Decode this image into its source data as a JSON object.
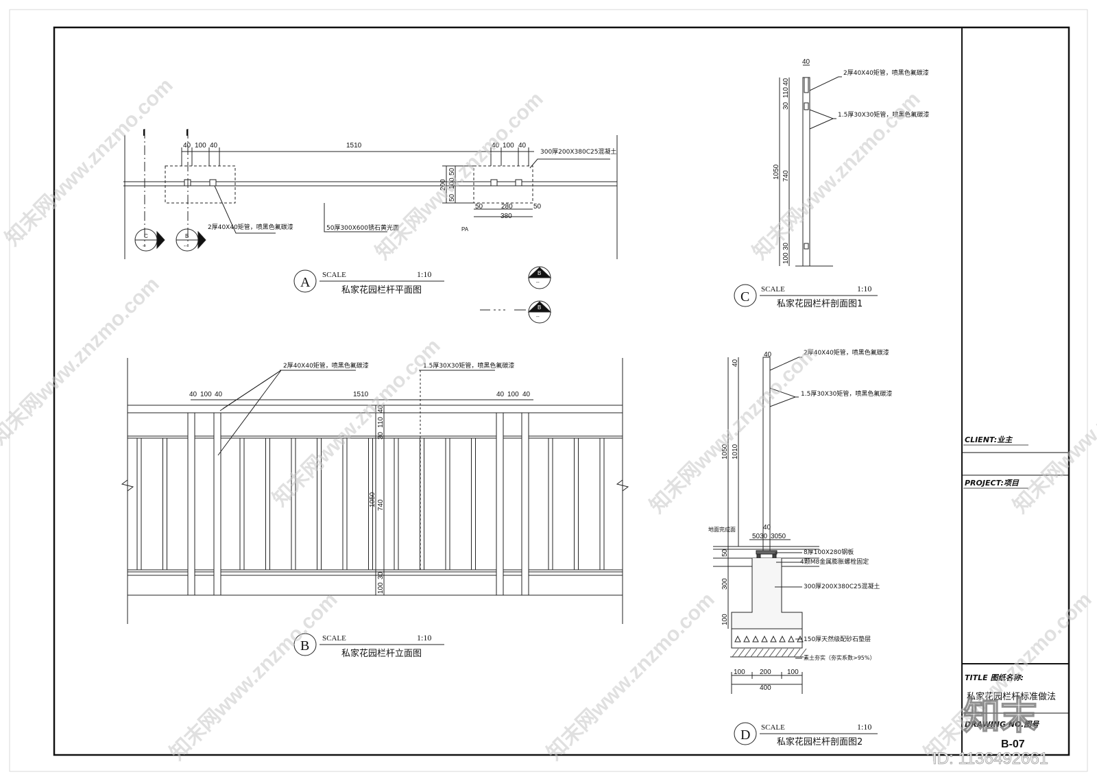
{
  "drawing_a": {
    "label": "A",
    "scale_word": "SCALE",
    "scale": "1:10",
    "title": "私家花园栏杆平面图",
    "dim_top": [
      "40",
      "100",
      "40",
      "1510",
      "40",
      "100",
      "40"
    ],
    "dim_side": [
      "50",
      "100",
      "50",
      "200"
    ],
    "dim_bottom": [
      "50",
      "280",
      "50",
      "380"
    ],
    "note_concrete": "300厚200X380C25混凝土",
    "note_tube": "2厚40X40矩管，喷黑色氟碳漆",
    "note_stone": "50厚300X600锈石黄光面",
    "note_pa": "PA",
    "cut_mark": "I",
    "sec_c": "C",
    "sec_b": "B",
    "sec_dash": "--"
  },
  "drawing_b": {
    "label": "B",
    "scale_word": "SCALE",
    "scale": "1:10",
    "title": "私家花园栏杆立面图",
    "note_tube40": "2厚40X40矩管，喷黑色氟碳漆",
    "note_tube30": "1.5厚30X30矩管，喷黑色氟碳漆",
    "dim_top": [
      "40",
      "100",
      "40",
      "1510",
      "40",
      "100",
      "40"
    ],
    "dim_vert": [
      "40",
      "110",
      "30",
      "740",
      "30",
      "100",
      "1050"
    ]
  },
  "drawing_c": {
    "label": "C",
    "scale_word": "SCALE",
    "scale": "1:10",
    "title": "私家花园栏杆剖面图1",
    "dim_top": "40",
    "note_tube40": "2厚40X40矩管，喷黑色氟碳漆",
    "note_tube30": "1.5厚30X30矩管，喷黑色氟碳漆",
    "dim_vert": [
      "40",
      "110",
      "30",
      "740",
      "30",
      "100",
      "1050"
    ]
  },
  "drawing_d": {
    "label": "D",
    "scale_word": "SCALE",
    "scale": "1:10",
    "title": "私家花园栏杆剖面图2",
    "dim_top": "40",
    "note_tube40": "2厚40X40矩管，喷黑色氟碳漆",
    "note_tube30": "1.5厚30X30矩管，喷黑色氟碳漆",
    "note_ground": "地面完成面",
    "dim_plate": [
      "50",
      "30",
      "40",
      "30",
      "50"
    ],
    "note_plate": "8厚100X280钢板",
    "note_bolt": "4颗M8金属膨胀螺栓固定",
    "note_concrete": "300厚200X380C25混凝土",
    "note_gravel": "150厚天然级配砂石垫层",
    "note_soil": "素土夯实（夯实系数>95%）",
    "dim_vert": [
      "40",
      "1010",
      "1050",
      "50",
      "300",
      "100"
    ],
    "dim_bottom": [
      "100",
      "200",
      "100",
      "400"
    ]
  },
  "title_block": {
    "client": "CLIENT:业主",
    "project": "PROJECT:项目",
    "title_label": "TITLE 图纸名称:",
    "title_value": "私家花园栏杆标准做法",
    "drawing_no_label": "DRAWING NO.图号",
    "drawing_no": "B-07"
  },
  "watermark": {
    "site": "知末网www.znzmo.com",
    "logo": "知末",
    "id": "ID: 1136492661"
  }
}
